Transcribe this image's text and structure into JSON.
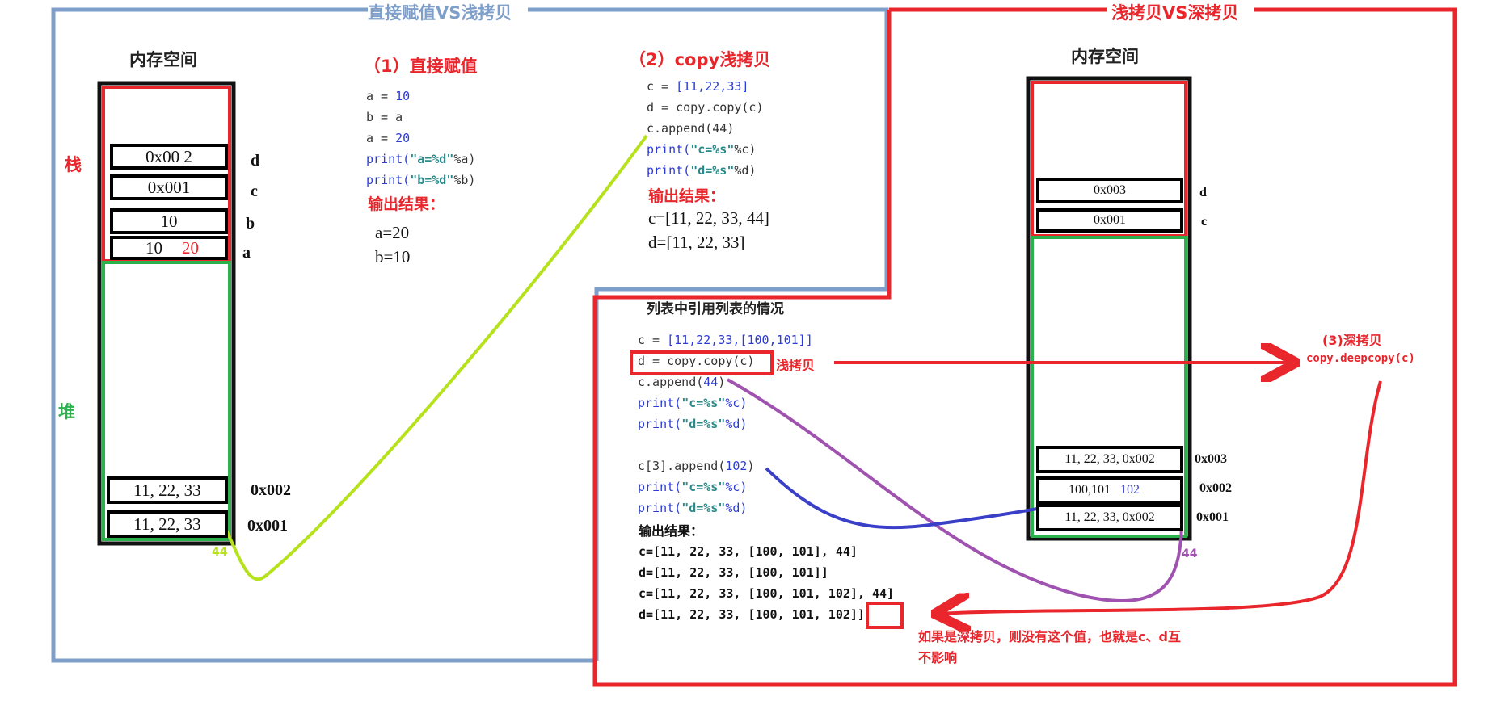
{
  "colors": {
    "blue_frame": "#7f9fcb",
    "red_frame": "#e8262c",
    "green_heap": "#2bb24c",
    "lime_arrow": "#b6e21c",
    "purple_arrow": "#a052b0",
    "blue_arrow": "#3a3fc8"
  },
  "left": {
    "frame_title": "直接赋值VS浅拷贝",
    "memory_title": "内存空间",
    "stack_label": "栈",
    "heap_label": "堆",
    "stack_cells": [
      {
        "value": "0x00 2",
        "label": "d"
      },
      {
        "value": "0x001",
        "label": "c"
      },
      {
        "value": "10",
        "label": "b"
      },
      {
        "value": "10",
        "strike_value": "20",
        "label": "a"
      }
    ],
    "heap_cells": [
      {
        "value": "11, 22, 33",
        "label": "0x002"
      },
      {
        "value": "11, 22, 33",
        "label": "0x001"
      }
    ],
    "appended_note": "44"
  },
  "section1": {
    "title": "（1）直接赋值",
    "code": [
      "a = 10",
      "b = a",
      "a = 20",
      "print(\"a=%d\"%a)",
      "print(\"b=%d\"%b)"
    ],
    "output_title": "输出结果：",
    "outputs": [
      "a=20",
      "b=10"
    ]
  },
  "section2": {
    "title": "（2）copy浅拷贝",
    "code": [
      "c = [11,22,33]",
      "d = copy.copy(c)",
      "c.append(44)",
      "print(\"c=%s\"%c)",
      "print(\"d=%s\"%d)"
    ],
    "output_title": "输出结果：",
    "outputs": [
      "c=[11,  22,  33,  44]",
      "d=[11,  22,  33]"
    ]
  },
  "right": {
    "frame_title": "浅拷贝VS深拷贝",
    "memory_title": "内存空间",
    "stack_cells": [
      {
        "value": "0x003",
        "label": "d"
      },
      {
        "value": "0x001",
        "label": "c"
      }
    ],
    "heap_cells": [
      {
        "value": "11, 22, 33, 0x002",
        "label": "0x003"
      },
      {
        "value": "100,101",
        "extra": "102",
        "label": "0x002"
      },
      {
        "value": "11, 22, 33, 0x002",
        "label": "0x001"
      }
    ],
    "appended_note": "44"
  },
  "section3": {
    "title": "列表中引用列表的情况",
    "code": [
      "c = [11,22,33,[100,101]]",
      "d = copy.copy(c)",
      "c.append(44)",
      "print(\"c=%s\"%c)",
      "print(\"d=%s\"%d)",
      "",
      "c[3].append(102)",
      "print(\"c=%s\"%c)",
      "print(\"d=%s\"%d)"
    ],
    "shallow_label": "浅拷贝",
    "output_title": "输出结果：",
    "outputs": [
      "c=[11,  22,  33,  [100,  101],  44]",
      "d=[11,  22,  33,  [100,  101]]",
      "c=[11,  22,  33,  [100,  101,  102],  44]",
      "d=[11,  22,  33,  [100,  101,  102]]"
    ],
    "deep_title": "(3)深拷贝",
    "deep_code": "copy.deepcopy(c)",
    "note": "如果是深拷贝，则没有这个值，也就是c、d互不影响"
  }
}
